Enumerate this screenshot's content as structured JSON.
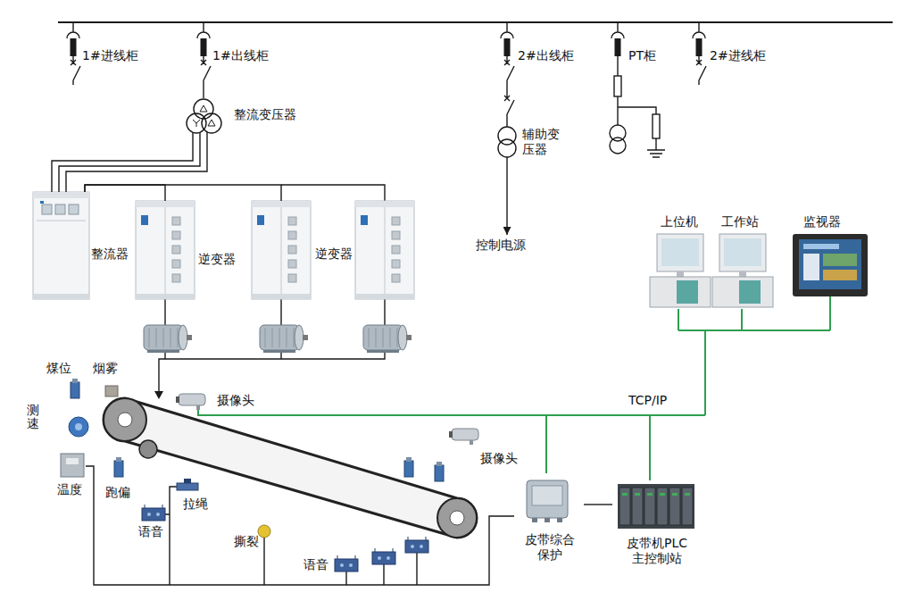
{
  "diagram": {
    "nodes": [
      {
        "text": [
          "1#进线柜"
        ]
      },
      {
        "text": [
          "1#出线柜"
        ]
      },
      {
        "text": [
          "2#出线柜"
        ]
      },
      {
        "text": [
          "PT柜"
        ]
      },
      {
        "text": [
          "2#进线柜"
        ]
      },
      {
        "text": [
          "整流变压器"
        ]
      },
      {
        "text": [
          "辅助变压器"
        ]
      },
      {
        "text": [
          "控制电源"
        ]
      },
      {
        "text": [
          "整流器"
        ]
      },
      {
        "text": [
          "逆变器"
        ]
      },
      {
        "text": [
          "逆变器"
        ]
      },
      {
        "text": [
          "上位机"
        ]
      },
      {
        "text": [
          "工作站"
        ]
      },
      {
        "text": [
          "监视器"
        ]
      },
      {
        "text": [
          "摄像头"
        ]
      },
      {
        "text": [
          "摄像头"
        ]
      },
      {
        "text": [
          "皮带综合保护"
        ]
      },
      {
        "text": [
          "皮带机PLC主控制站"
        ]
      }
    ],
    "edges": [
      {
        "from": 1,
        "to": 5,
        "arrow": "none"
      },
      {
        "from": 5,
        "to": 8,
        "arrow": "none"
      },
      {
        "from": 8,
        "to": 9,
        "arrow": "none"
      },
      {
        "from": 8,
        "to": 10,
        "arrow": "none"
      },
      {
        "from": 2,
        "to": 6,
        "arrow": "none"
      },
      {
        "from": 6,
        "to": 7,
        "arrow": "to"
      },
      {
        "from": 16,
        "to": 17,
        "arrow": "none"
      }
    ],
    "labels": [
      "TCP/IP",
      "煤位",
      "烟雾",
      "测速",
      "温度",
      "跑偏",
      "拉绳",
      "语音",
      "撕裂",
      "语音"
    ]
  }
}
